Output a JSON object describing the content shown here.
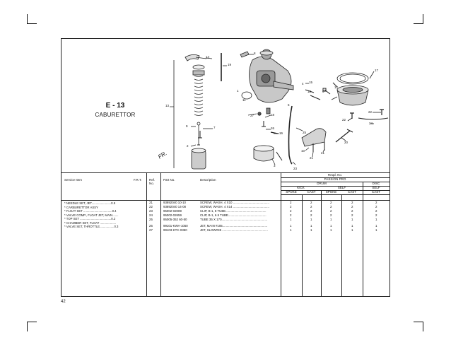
{
  "figure": {
    "code": "E - 13",
    "name": "CABURETTOR",
    "direction": "FR.",
    "callouts": [
      {
        "id": "c14",
        "text": "14"
      },
      {
        "id": "c8",
        "text": "8"
      },
      {
        "id": "c19",
        "text": "19"
      },
      {
        "id": "c17",
        "text": "17"
      },
      {
        "id": "c15",
        "text": "15"
      },
      {
        "id": "c12a",
        "text": "12"
      },
      {
        "id": "c12b",
        "text": "12"
      },
      {
        "id": "c6",
        "text": "6"
      },
      {
        "id": "c13",
        "text": "13"
      },
      {
        "id": "c11",
        "text": "11"
      },
      {
        "id": "c4",
        "text": "4"
      },
      {
        "id": "c27",
        "text": "27"
      },
      {
        "id": "c18",
        "text": "18"
      },
      {
        "id": "c26",
        "text": "26"
      },
      {
        "id": "c16",
        "text": "16"
      },
      {
        "id": "c9",
        "text": "9"
      },
      {
        "id": "c7",
        "text": "7"
      },
      {
        "id": "c2",
        "text": "2"
      },
      {
        "id": "c22a",
        "text": "22"
      },
      {
        "id": "c22b",
        "text": "22"
      },
      {
        "id": "c24",
        "text": "24"
      },
      {
        "id": "c25",
        "text": "25"
      },
      {
        "id": "c10",
        "text": "10"
      },
      {
        "id": "c21a",
        "text": "21"
      },
      {
        "id": "c21b",
        "text": "21"
      },
      {
        "id": "c20",
        "text": "20"
      },
      {
        "id": "c3",
        "text": "3"
      },
      {
        "id": "c23",
        "text": "23"
      },
      {
        "id": "c1",
        "text": "1"
      },
      {
        "id": "c5",
        "text": "5"
      }
    ]
  },
  "table": {
    "headers": {
      "service_item": "Service Item",
      "frt": "F.R.T.",
      "ref": "Ref. No.",
      "part": "Part No.",
      "desc": "Description",
      "reqd": "Reqd. No.",
      "model": "PASSION PRO",
      "drum": "DRUM",
      "disc": "DISC",
      "kick": "KICK",
      "self": "SELF",
      "self2": "SELF",
      "spoke": "SPOKE",
      "cast": "CAST",
      "spoke2": "SPOKE",
      "cast2": "CAST",
      "cast3": "CAST"
    },
    "service_items": [
      "* NEEDLE SET, JET.......................0.5",
      "* CARBURETTOR ASSY",
      "* FLOAT SET ..................................0.4",
      "* VALVE COMP., FLOAT JET, MAIN.......",
      "* TOP SET .....................................0.2",
      "* CHAMBER SET, FLOAT ...................",
      "* VALVE SET, THROTTLE.................0.3"
    ],
    "rows": [
      {
        "ref": "21",
        "part": "93892040 10-10",
        "desc": "SCREW, WASH. 4 X10 ..........................................",
        "q": [
          "2",
          "2",
          "2",
          "2",
          "2"
        ]
      },
      {
        "ref": "22",
        "part": "93892040 14-08",
        "desc": "SCREW, WASH. 4 X14 ..........................................",
        "q": [
          "2",
          "2",
          "2",
          "2",
          "2"
        ]
      },
      {
        "ref": "23",
        "part": "95002-02089",
        "desc": "CLIP, B-1, 8 TUBE...............................................",
        "q": [
          "2",
          "2",
          "2",
          "2",
          "2"
        ]
      },
      {
        "ref": "24",
        "part": "95002-02659",
        "desc": "CLIP, B-1, 6.5 TUBE............................................",
        "q": [
          "2",
          "2",
          "2",
          "2",
          "2"
        ]
      },
      {
        "ref": "25",
        "part": "95005-352 60-50",
        "desc": "TUBE 35 X 170.....................................................",
        "q": [
          "1",
          "1",
          "1",
          "1",
          "1"
        ]
      },
      {
        "ref": "26",
        "part": "99101-KWA-1050",
        "desc": "JET, MAIN #105....................................................",
        "q": [
          "1",
          "1",
          "1",
          "1",
          "1"
        ]
      },
      {
        "ref": "27",
        "part": "99103-KTC-0350",
        "desc": "JET, SLOW#35 .....................................................",
        "q": [
          "1",
          "1",
          "1",
          "1",
          "1"
        ]
      }
    ]
  },
  "page_number": "42"
}
